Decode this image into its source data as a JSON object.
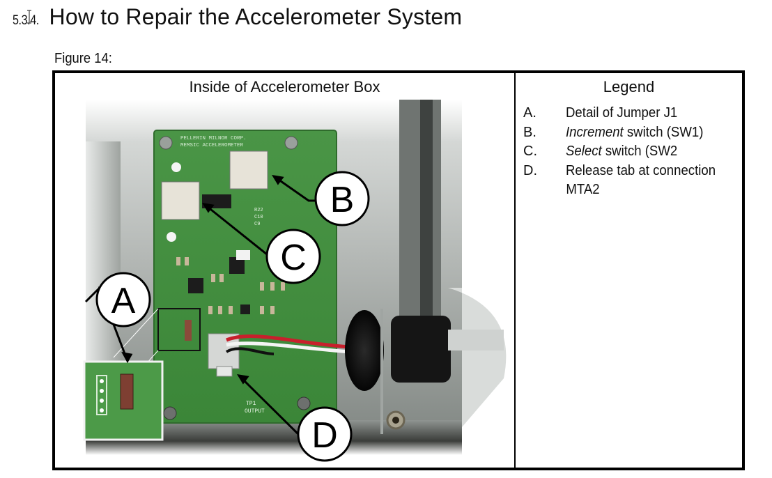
{
  "section": {
    "number": "5.3.4.",
    "title": "How to Repair the Accelerometer System"
  },
  "figure": {
    "label": "Figure 14:",
    "image_caption": "Inside of Accelerometer Box",
    "image_description": "Photo of accelerometer circuit board inside gray enclosure with callouts A-D",
    "board_print": [
      "PELLERIN MILNOR CORP.",
      "MEMSIC ACCELEROMETER"
    ],
    "board_labels": {
      "r22": "R22",
      "c10": "C10",
      "c9": "C9",
      "tp1": "TP1",
      "output": "OUTPUT"
    },
    "callouts": [
      "A",
      "B",
      "C",
      "D"
    ]
  },
  "legend": {
    "title": "Legend",
    "items": [
      {
        "letter": "A.",
        "emphasis": "",
        "text": "Detail of Jumper J1"
      },
      {
        "letter": "B.",
        "emphasis": "Increment",
        "text": " switch (SW1)"
      },
      {
        "letter": "C.",
        "emphasis": "Select",
        "text": " switch (SW2"
      },
      {
        "letter": "D.",
        "emphasis": "",
        "text": "Release tab at connection"
      }
    ],
    "continuation": "MTA2"
  },
  "colors": {
    "pcb_green": "#3f8a3c",
    "enclosure_gray": "#8c918e",
    "border": "#000000"
  }
}
